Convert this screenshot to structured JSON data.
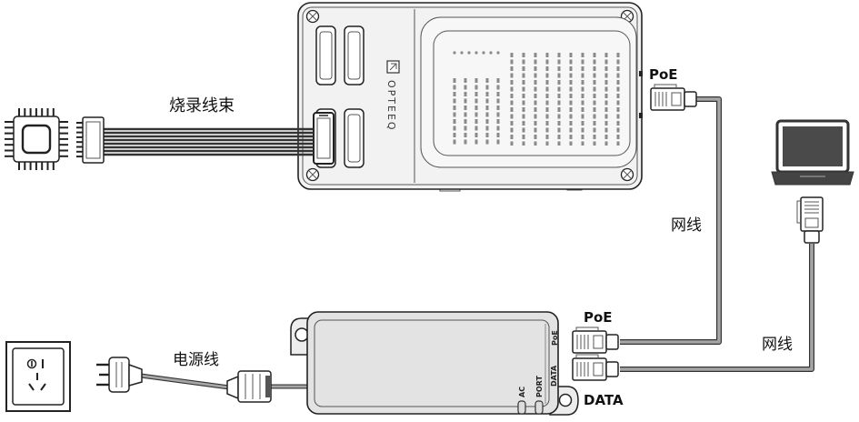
{
  "labels": {
    "harness": "烧录线束",
    "programmer_poe": "PoE",
    "network_cable_1": "网线",
    "network_cable_2": "网线",
    "injector_poe": "PoE",
    "injector_data": "DATA",
    "power_cable": "电源线"
  },
  "programmer": {
    "brand": "OPTEEQ"
  },
  "injector": {
    "face_poe": "PoE",
    "led_ac": "AC",
    "led_port": "PORT",
    "face_data": "DATA"
  },
  "icons": {
    "chip": "chip-icon",
    "harness_connector": "ribbon-connector-icon",
    "network_plug": "rj45-connector-icon",
    "computer": "laptop-icon",
    "outlet": "wall-socket-icon",
    "mains_plug": "power-plug-icon",
    "appliance_plug": "iec-connector-icon"
  },
  "colors": {
    "outline": "#222222",
    "cable": "#a6a6a6",
    "device": "#f2f2f2",
    "injector": "#e3e3e3",
    "screen": "#4a4a4a"
  }
}
